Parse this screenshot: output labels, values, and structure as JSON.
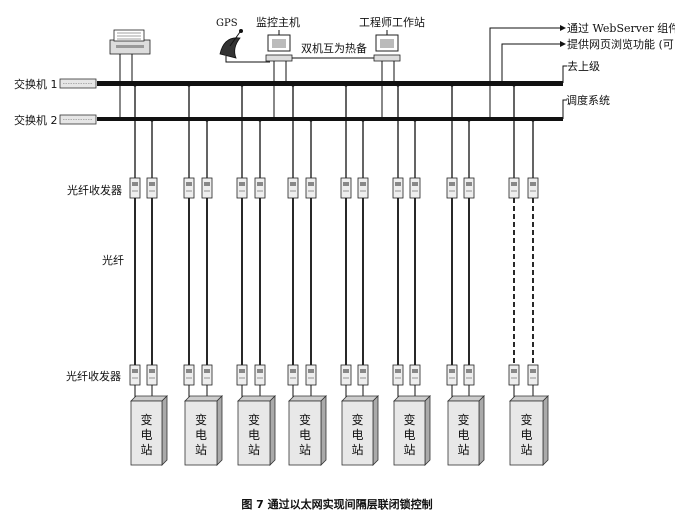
{
  "labels": {
    "switch1": "交换机 1",
    "switch2": "交换机 2",
    "gps": "GPS",
    "monitor_host": "监控主机",
    "engineer_station": "工程师工作站",
    "hot_standby": "双机互为热备",
    "webserver": "通过 WebServer 组件",
    "web_browse": "提供网页浏览功能 (可",
    "upper_level": "去上级",
    "dispatch": "调度系统",
    "transceiver_top": "光纤收发器",
    "fiber": "光纤",
    "transceiver_bottom": "光纤收发器"
  },
  "substation_chars": [
    "变",
    "电",
    "站"
  ],
  "substation_count": 8,
  "caption": "图 7   通过以太网实现间隔层联闭锁控制"
}
